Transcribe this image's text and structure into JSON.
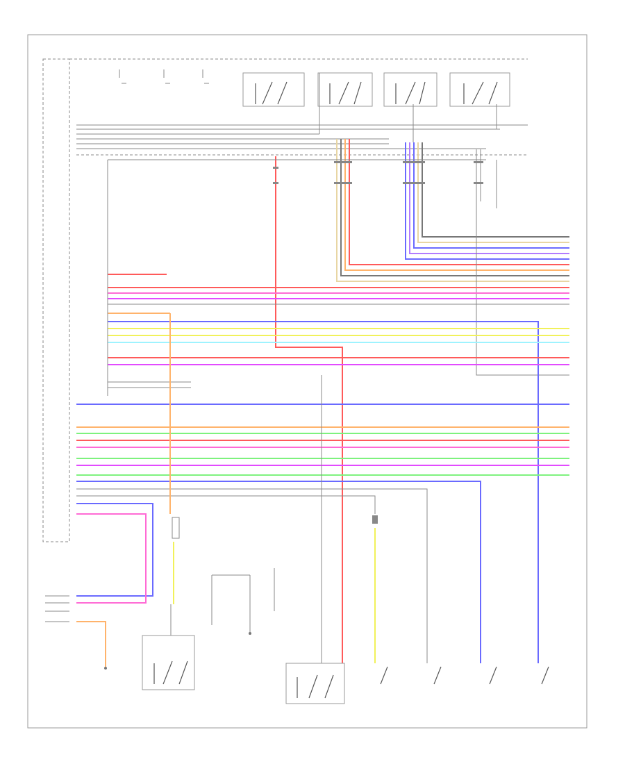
{
  "diagram_id": "",
  "wire_colors": {
    "red": "#ff5a5a",
    "pink": "#ff6ad5",
    "magenta": "#e24bff",
    "blue": "#6a6aff",
    "yellow": "#f1f15a",
    "light_blue": "#9ef3ff",
    "green": "#7ef27e",
    "orange": "#ffb36b",
    "tan": "#e8d6a4",
    "violet": "#b27bff",
    "gray": "#777777",
    "black": "#222222"
  },
  "components": [
    {
      "id": "main-body-ecu"
    },
    {
      "id": "front-door-lock-assembly"
    },
    {
      "id": "front-passenger-door-lock"
    },
    {
      "id": "rear-door-lock"
    },
    {
      "id": "left-front-door-lock"
    },
    {
      "id": "tail-gate-switch-assembly"
    },
    {
      "id": "luggage-compartment-door-lock"
    },
    {
      "id": "right-front-courtesy-switch"
    },
    {
      "id": "right-rear-courtesy-switch"
    },
    {
      "id": "left-front-courtesy-switch"
    },
    {
      "id": "left-rear-courtesy-switch"
    },
    {
      "id": "power-control-switch-assembly"
    }
  ]
}
